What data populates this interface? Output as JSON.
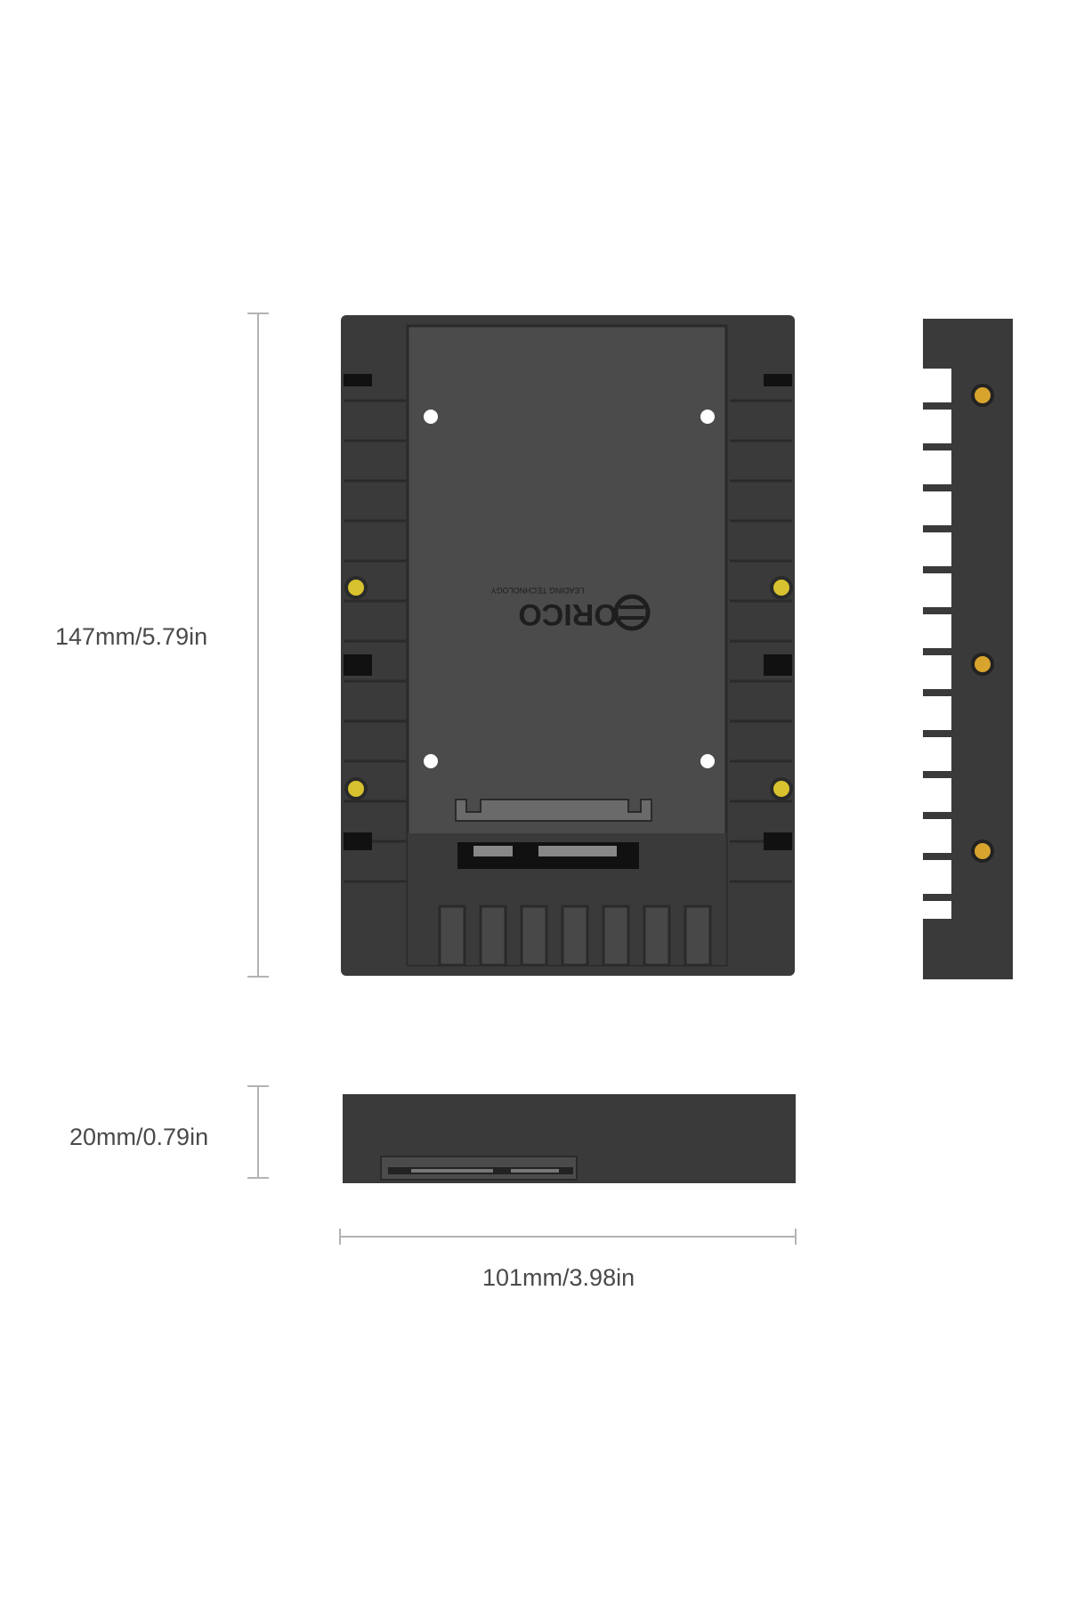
{
  "dimensions": {
    "height": "147mm/5.79in",
    "thickness": "20mm/0.79in",
    "width": "101mm/3.98in"
  },
  "brand": {
    "logo": "ORICO",
    "tagline": "LEADING TECHNOLOGY"
  },
  "colors": {
    "body": "#3a3a3a",
    "body_dark": "#2f2f2f",
    "panel": "#4b4b4b",
    "panel_light": "#555555",
    "screw_gold": "#d8c22e",
    "line": "#b3b3b3"
  },
  "icons": [
    "orico-logo-icon",
    "screw-hole-icon",
    "sata-connector-icon"
  ]
}
